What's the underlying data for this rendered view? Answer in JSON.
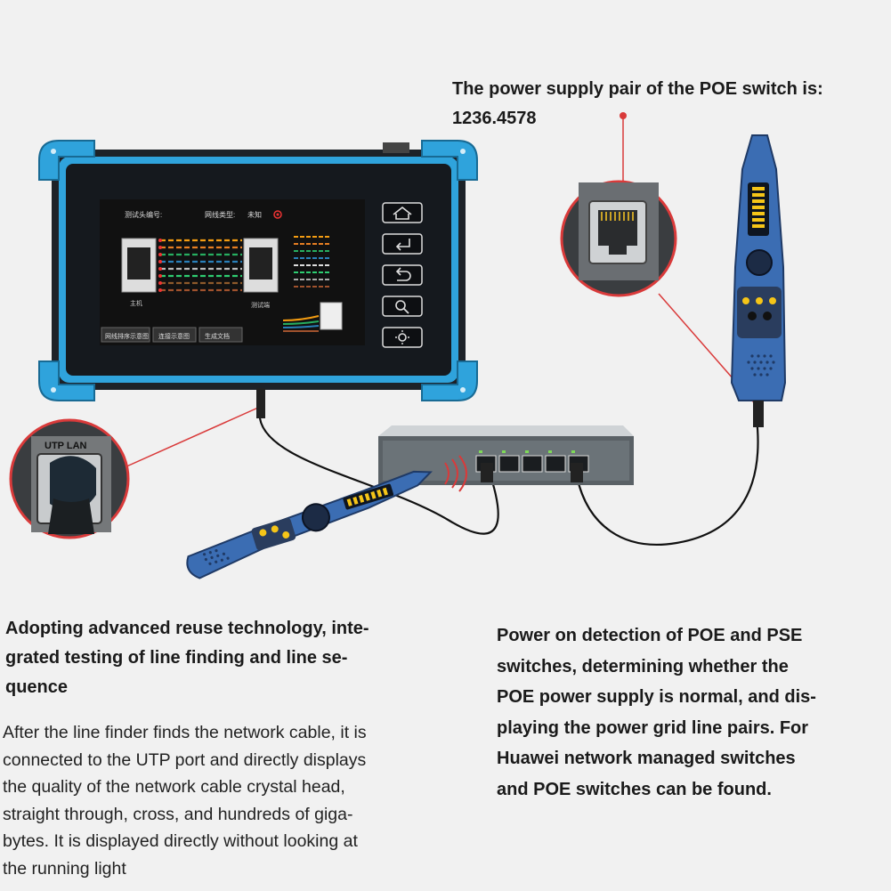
{
  "top_note": {
    "line1": "The power supply pair of the POE switch is:",
    "line2": "1236.4578"
  },
  "left_section": {
    "heading_line1": "Adopting advanced reuse technology, inte-",
    "heading_line2": "grated testing of line finding and line se-",
    "heading_line3": "quence",
    "body_lines": [
      "After the line finder finds the network cable, it is",
      "connected to the UTP port and directly displays",
      "the quality of the network cable crystal head,",
      "straight through, cross, and hundreds of giga-",
      "bytes. It is displayed directly without looking at",
      "the running light"
    ]
  },
  "right_section": {
    "lines": [
      "Power on detection of POE and PSE",
      "switches, determining whether the",
      "POE power supply is normal, and dis-",
      "playing the power grid line pairs. For",
      "Huawei network managed switches",
      "and POE switches can be found."
    ]
  },
  "tester_screen": {
    "label_head_no": "测试头编号:",
    "label_line_type": "网线类型:",
    "line_type_value": "未知",
    "label_host": "主机",
    "label_test_end": "测试端",
    "buttons": [
      "网线排序示意图",
      "连接示意图",
      "生成文档"
    ]
  },
  "side_keys": [
    "home-icon",
    "enter-icon",
    "back-icon",
    "zoom-icon",
    "brightness-icon"
  ],
  "callout_left_label": "UTP LAN",
  "colors": {
    "body_accent": "#2fa3dc",
    "callout_red": "#d93a3a",
    "screen_bg": "#111111",
    "probe_blue": "#3b6db3",
    "led_yellow": "#f5c518"
  }
}
